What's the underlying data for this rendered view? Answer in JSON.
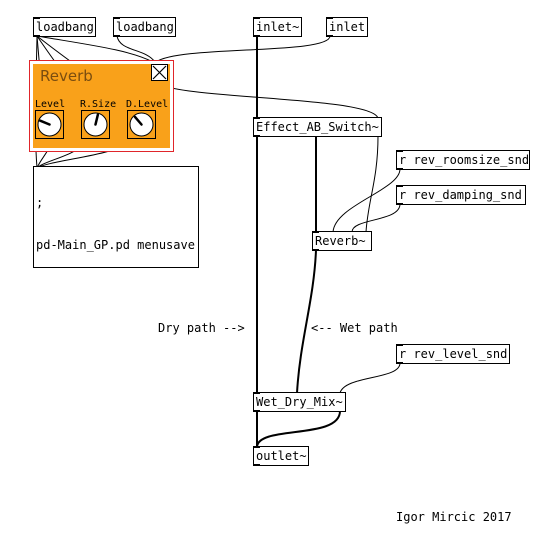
{
  "objects": {
    "loadbang1": "loadbang",
    "loadbang2": "loadbang",
    "inlet_sig": "inlet~",
    "inlet_ctl": "inlet",
    "switch": "Effect_AB_Switch~",
    "r_roomsize": "r rev_roomsize_snd",
    "r_damping": "r rev_damping_snd",
    "reverb": "Reverb~",
    "r_level": "r rev_level_snd",
    "wetdry": "Wet_Dry_Mix~",
    "outlet": "outlet~"
  },
  "message": {
    "line1": ";",
    "line2": "pd-Main_GP.pd menusave"
  },
  "gui": {
    "title": "Reverb",
    "knobs": [
      {
        "label": "Level",
        "level": 0.25
      },
      {
        "label": "R.Size",
        "level": 0.55
      },
      {
        "label": "D.Level",
        "level": 0.35
      }
    ],
    "canvas_color": "#f9a11a",
    "gop_border_color": "#e0252a"
  },
  "comments": {
    "dry": "Dry path -->",
    "wet": "<-- Wet path",
    "credit": "Igor Mircic 2017"
  }
}
